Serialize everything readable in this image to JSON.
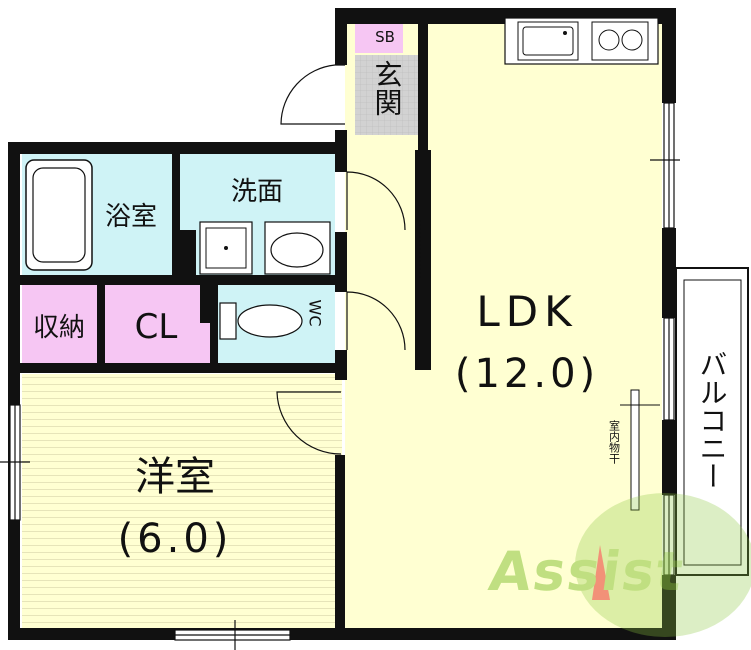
{
  "rooms": {
    "ldk_name": "LDK",
    "ldk_size": "(12.0)",
    "western_name": "洋室",
    "western_size": "(6.0)",
    "bath": "浴室",
    "washroom": "洗面",
    "storage": "収納",
    "closet": "CL",
    "toilet": "WC",
    "entrance": "玄関",
    "shoe_box": "SB",
    "balcony": "バルコニー",
    "indoor_drying": "室内物干"
  },
  "logo": {
    "text": "Assist"
  },
  "colors": {
    "ldk": "#FFFFD2",
    "western_room": "#FFFFD2",
    "wet_areas": "#CFF3F6",
    "storage": "#F6C6F3",
    "entrance": "#D2D2D2",
    "wall": "#111111",
    "logo_green": "#8DC63F",
    "logo_red": "#E8382F"
  },
  "icons": [
    "bathtub-icon",
    "washing-machine-icon",
    "wash-basin-icon",
    "toilet-icon",
    "kitchen-sink-icon",
    "stove-icon",
    "door-swing-icon",
    "window-icon"
  ]
}
